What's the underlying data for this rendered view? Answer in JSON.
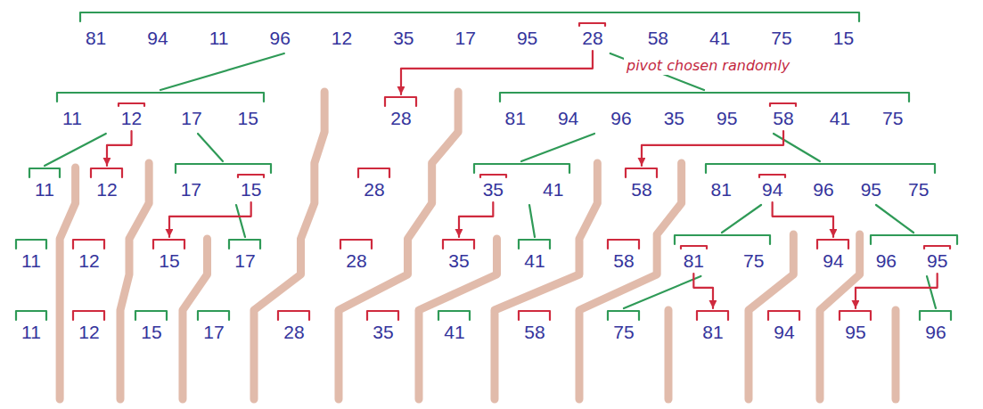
{
  "diagram": {
    "nodes": [
      {
        "text": [
          "81",
          "94",
          "11",
          "96",
          "12",
          "35",
          "17",
          "95",
          "58",
          "41",
          "75",
          "15"
        ]
      },
      {
        "text": [
          "28"
        ],
        "in": 0
      },
      {
        "text": [
          "11",
          "17",
          "15"
        ]
      },
      {
        "text": [
          "12"
        ],
        "in": 2
      },
      {
        "text": [
          "28"
        ]
      },
      {
        "text": [
          "81",
          "94",
          "96",
          "35",
          "95",
          "41",
          "75"
        ]
      },
      {
        "text": [
          "58"
        ],
        "in": 5
      },
      {
        "text": [
          "11"
        ]
      },
      {
        "text": [
          "12"
        ]
      },
      {
        "text": [
          "17"
        ]
      },
      {
        "text": [
          "15"
        ],
        "in": 9
      },
      {
        "text": [
          "28"
        ]
      },
      {
        "text": [
          "41"
        ]
      },
      {
        "text": [
          "35"
        ],
        "in": 12
      },
      {
        "text": [
          "58"
        ]
      },
      {
        "text": [
          "81",
          "96",
          "95",
          "75"
        ]
      },
      {
        "text": [
          "94"
        ],
        "in": 15
      },
      {
        "text": [
          "11"
        ]
      },
      {
        "text": [
          "12"
        ]
      },
      {
        "text": [
          "15"
        ]
      },
      {
        "text": [
          "17"
        ]
      },
      {
        "text": [
          "28"
        ]
      },
      {
        "text": [
          "35"
        ]
      },
      {
        "text": [
          "41"
        ]
      },
      {
        "text": [
          "58"
        ]
      },
      {
        "text": [
          "75"
        ]
      },
      {
        "text": [
          "81"
        ],
        "in": 25
      },
      {
        "text": [
          "94"
        ]
      },
      {
        "text": [
          "96"
        ]
      },
      {
        "text": [
          "95"
        ],
        "in": 28
      },
      {
        "text": [
          "11"
        ]
      },
      {
        "text": [
          "12"
        ]
      },
      {
        "text": [
          "15"
        ]
      },
      {
        "text": [
          "17"
        ]
      },
      {
        "text": [
          "28"
        ]
      },
      {
        "text": [
          "35"
        ]
      },
      {
        "text": [
          "41"
        ]
      },
      {
        "text": [
          "58"
        ]
      },
      {
        "text": [
          "75"
        ]
      },
      {
        "text": [
          "81"
        ]
      },
      {
        "text": [
          "94"
        ]
      },
      {
        "text": [
          "95"
        ]
      },
      {
        "text": [
          "96"
        ]
      }
    ],
    "edges": [
      {
        "from": 0,
        "to": 2,
        "arrow": "none"
      },
      {
        "from": 0,
        "to": 5,
        "arrow": "none"
      },
      {
        "from": 1,
        "to": 4,
        "arrow": "to"
      },
      {
        "from": 2,
        "to": 7,
        "arrow": "none"
      },
      {
        "from": 2,
        "to": 9,
        "arrow": "none"
      },
      {
        "from": 3,
        "to": 8,
        "arrow": "to"
      },
      {
        "from": 5,
        "to": 12,
        "arrow": "none"
      },
      {
        "from": 5,
        "to": 15,
        "arrow": "none"
      },
      {
        "from": 6,
        "to": 14,
        "arrow": "to"
      },
      {
        "from": 9,
        "to": 20,
        "arrow": "none"
      },
      {
        "from": 10,
        "to": 19,
        "arrow": "to"
      },
      {
        "from": 12,
        "to": 23,
        "arrow": "none"
      },
      {
        "from": 13,
        "to": 22,
        "arrow": "to"
      },
      {
        "from": 15,
        "to": 25,
        "arrow": "none"
      },
      {
        "from": 15,
        "to": 28,
        "arrow": "none"
      },
      {
        "from": 16,
        "to": 27,
        "arrow": "to"
      },
      {
        "from": 25,
        "to": 38,
        "arrow": "none"
      },
      {
        "from": 26,
        "to": 39,
        "arrow": "to"
      },
      {
        "from": 28,
        "to": 42,
        "arrow": "none"
      },
      {
        "from": 29,
        "to": 41,
        "arrow": "to"
      }
    ],
    "labels": [
      "pivot chosen randomly"
    ]
  }
}
